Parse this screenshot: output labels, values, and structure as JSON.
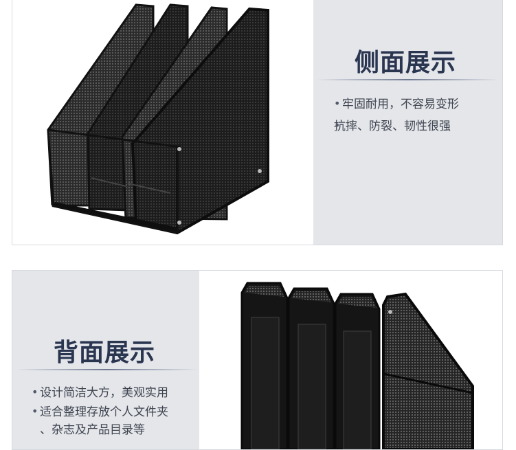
{
  "side_panel": {
    "heading": "侧面展示",
    "features": [
      {
        "line1": "牢固耐用，不容易变形",
        "line2": ""
      },
      {
        "line1": "",
        "line2": "抗摔、防裂、韧性很强"
      }
    ]
  },
  "back_panel": {
    "heading": "背面展示",
    "features": [
      {
        "line1": "设计简洁大方，美观实用",
        "line2": ""
      },
      {
        "line1": "适合整理存放个人文件夹",
        "line2": "、杂志及产品目录等"
      }
    ]
  },
  "colors": {
    "heading": "#2a3550",
    "text_panel_bg": "#e4e6ea",
    "product_black": "#1a1a1a"
  },
  "icons": [
    "mesh-file-organizer-side-photo",
    "mesh-file-organizer-back-photo"
  ]
}
